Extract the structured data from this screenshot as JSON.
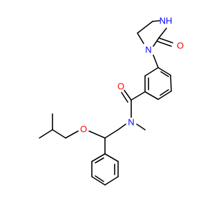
{
  "molecule": {
    "atom_labels": {
      "o_urea": "O",
      "nh_urea": "NH",
      "n_imid": "N",
      "o_amide": "O",
      "n_amide": "N",
      "o_ether": "O"
    },
    "colors": {
      "bond": "#000000",
      "oxygen": "#ff0000",
      "nitrogen": "#0000ff",
      "background": "#ffffff"
    }
  }
}
